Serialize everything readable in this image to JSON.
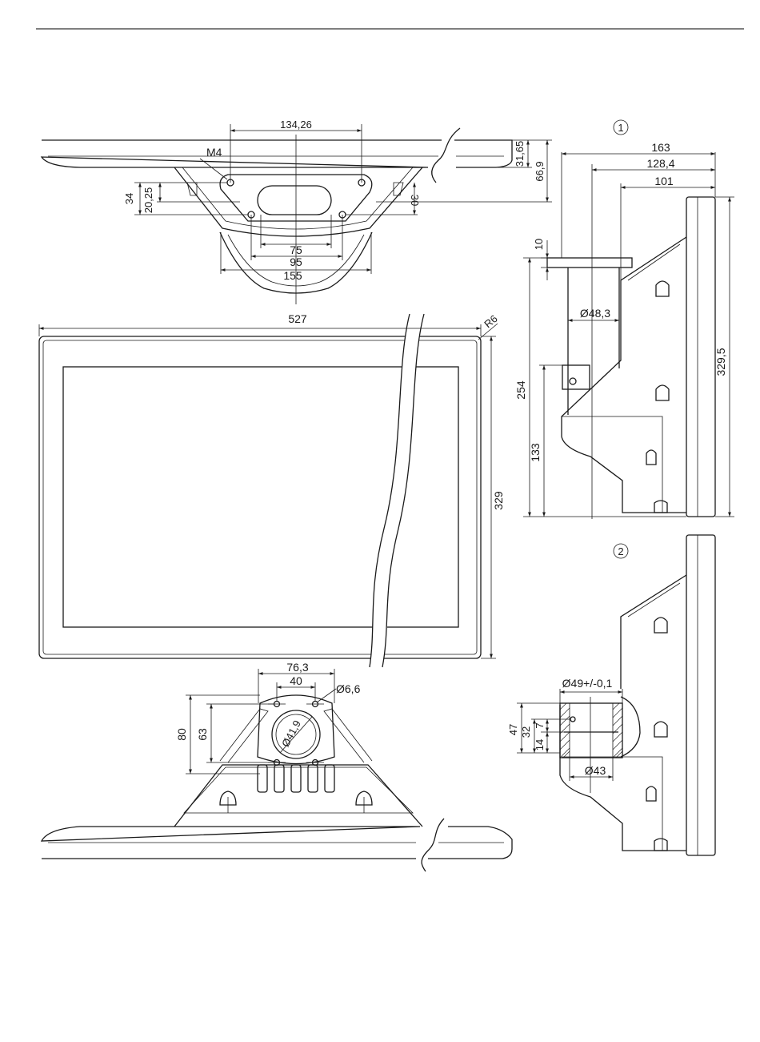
{
  "colors": {
    "ink": "#1a1a1a",
    "background": "#ffffff"
  },
  "views": {
    "view_1": {
      "marker": "1"
    },
    "view_2": {
      "marker": "2"
    }
  },
  "dimensions": {
    "top": {
      "hole_spacing": "134,26",
      "thread": "M4",
      "height_a": "31,65",
      "height_b": "66,9",
      "depth_a": "34",
      "depth_b": "20,25",
      "depth_c": "30",
      "width_inner": "75",
      "width_mid": "95",
      "width_outer": "155"
    },
    "front": {
      "width": "527",
      "corner_radius": "R6",
      "height": "329"
    },
    "bottom": {
      "width_outer": "76,3",
      "width_inner": "40",
      "hole_diameter": "Ø6,6",
      "bore_diameter": "Ø41,9",
      "height_outer": "80",
      "height_inner": "63"
    },
    "side_1": {
      "depth_total": "163",
      "depth_mid": "128,4",
      "depth_inner": "101",
      "flange_thickness": "10",
      "tube_diameter": "Ø48,3",
      "height_overall": "329,5",
      "height_tube": "254",
      "height_lower": "133"
    },
    "side_2": {
      "tube_diameter": "Ø49+/-0,1",
      "height_a": "47",
      "height_b": "32",
      "height_c": "7",
      "height_d": "14",
      "bore_diameter": "Ø43"
    }
  }
}
